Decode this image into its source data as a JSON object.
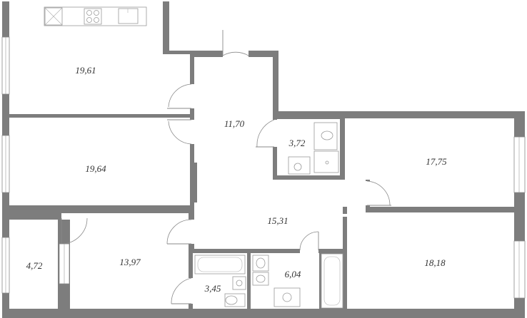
{
  "rooms": [
    {
      "id": "room-top-left",
      "area": "19,61"
    },
    {
      "id": "room-mid-left",
      "area": "19,64"
    },
    {
      "id": "hall",
      "area": "11,70"
    },
    {
      "id": "wc-small",
      "area": "3,72"
    },
    {
      "id": "room-right-top",
      "area": "17,75"
    },
    {
      "id": "corridor",
      "area": "15,31"
    },
    {
      "id": "storage",
      "area": "4,72"
    },
    {
      "id": "room-bottom-left",
      "area": "13,97"
    },
    {
      "id": "bath-left",
      "area": "3,45"
    },
    {
      "id": "bath-right",
      "area": "6,04"
    },
    {
      "id": "room-right-bottom",
      "area": "18,18"
    }
  ]
}
